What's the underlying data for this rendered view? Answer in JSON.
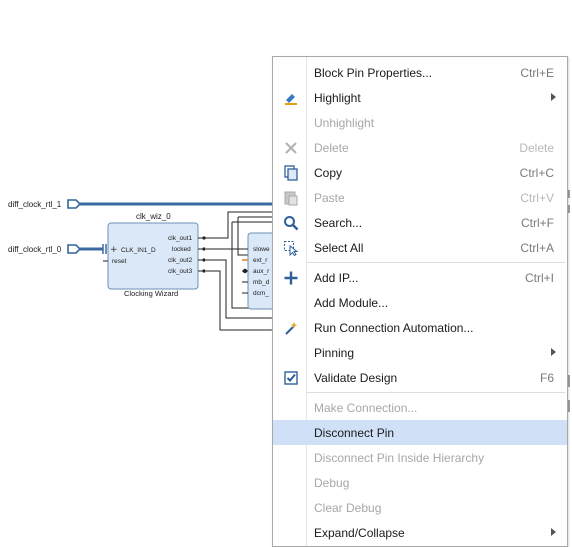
{
  "diagram": {
    "ports": [
      "diff_clock_rtl_1",
      "diff_clock_rtl_0"
    ],
    "block": {
      "title": "clk_wiz_0",
      "subtitle": "Clocking Wizard",
      "inputs": [
        "CLK_IN1_D",
        "reset"
      ],
      "outputs": [
        "clk_out1",
        "locked",
        "clk_out2",
        "clk_out3"
      ]
    },
    "partial_block_pins": [
      "slowe",
      "ext_r",
      "aux_r",
      "mb_d",
      "dcm_"
    ]
  },
  "colors": {
    "wire": "#336699",
    "bus": "#3b6aa0",
    "block_fill": "#dbe8f7",
    "block_border": "#6f8fb5",
    "highlight_pin": "#e07b1f",
    "selected_item": "#cfe0f7"
  },
  "context_menu": {
    "items": [
      {
        "label": "Block Pin Properties...",
        "shortcut": "Ctrl+E",
        "icon": "none",
        "disabled": false,
        "submenu": false
      },
      {
        "label": "Highlight",
        "shortcut": "",
        "icon": "highlight-icon",
        "disabled": false,
        "submenu": true
      },
      {
        "label": "Unhighlight",
        "shortcut": "",
        "icon": "none",
        "disabled": true,
        "submenu": false
      },
      {
        "label": "Delete",
        "shortcut": "Delete",
        "icon": "delete-icon",
        "disabled": true,
        "submenu": false
      },
      {
        "label": "Copy",
        "shortcut": "Ctrl+C",
        "icon": "copy-icon",
        "disabled": false,
        "submenu": false
      },
      {
        "label": "Paste",
        "shortcut": "Ctrl+V",
        "icon": "paste-icon",
        "disabled": true,
        "submenu": false
      },
      {
        "label": "Search...",
        "shortcut": "Ctrl+F",
        "icon": "search-icon",
        "disabled": false,
        "submenu": false
      },
      {
        "label": "Select All",
        "shortcut": "Ctrl+A",
        "icon": "select-all-icon",
        "disabled": false,
        "submenu": false
      },
      {
        "label": "Add IP...",
        "shortcut": "Ctrl+I",
        "icon": "add-icon",
        "disabled": false,
        "submenu": false
      },
      {
        "label": "Add Module...",
        "shortcut": "",
        "icon": "none",
        "disabled": false,
        "submenu": false
      },
      {
        "label": "Run Connection Automation...",
        "shortcut": "",
        "icon": "wand-icon",
        "disabled": false,
        "submenu": false
      },
      {
        "label": "Pinning",
        "shortcut": "",
        "icon": "none",
        "disabled": false,
        "submenu": true
      },
      {
        "label": "Validate Design",
        "shortcut": "F6",
        "icon": "validate-icon",
        "disabled": false,
        "submenu": false
      },
      {
        "label": "Make Connection...",
        "shortcut": "",
        "icon": "none",
        "disabled": true,
        "submenu": false
      },
      {
        "label": "Disconnect Pin",
        "shortcut": "",
        "icon": "none",
        "disabled": false,
        "submenu": false,
        "selected": true
      },
      {
        "label": "Disconnect Pin Inside Hierarchy",
        "shortcut": "",
        "icon": "none",
        "disabled": true,
        "submenu": false
      },
      {
        "label": "Debug",
        "shortcut": "",
        "icon": "none",
        "disabled": true,
        "submenu": false
      },
      {
        "label": "Clear Debug",
        "shortcut": "",
        "icon": "none",
        "disabled": true,
        "submenu": false
      },
      {
        "label": "Expand/Collapse",
        "shortcut": "",
        "icon": "none",
        "disabled": false,
        "submenu": true
      }
    ]
  }
}
